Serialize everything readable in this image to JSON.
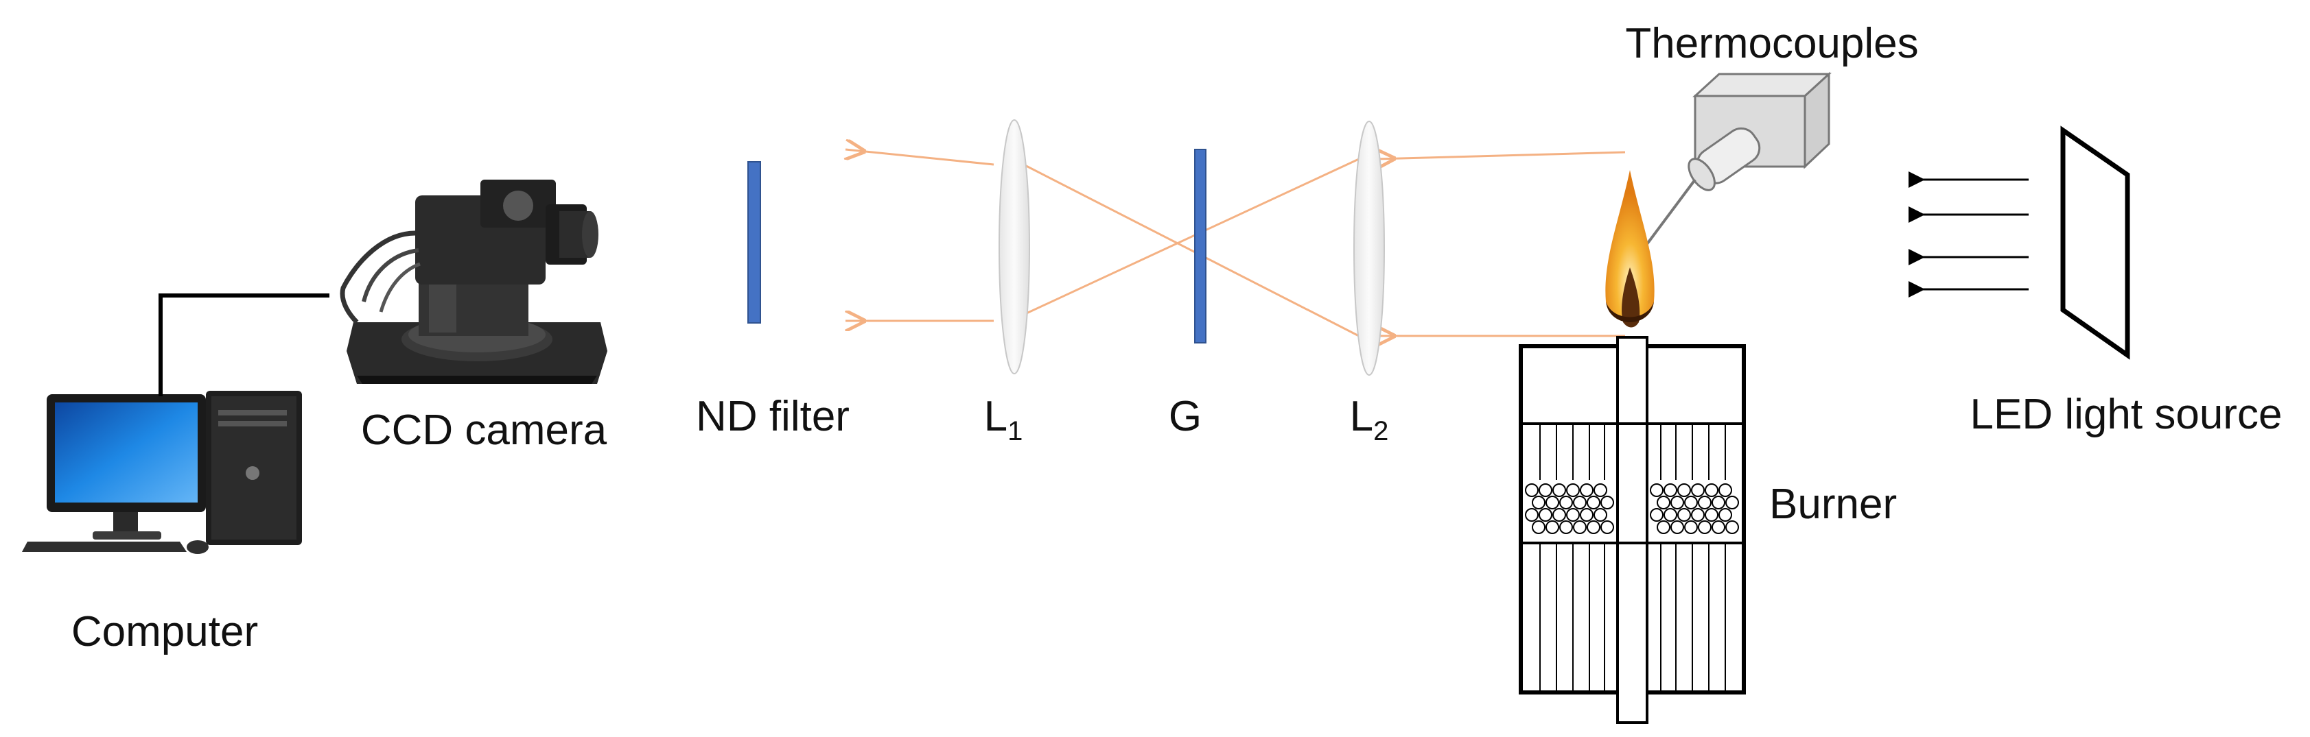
{
  "labels": {
    "computer": "Computer",
    "ccd_camera": "CCD camera",
    "nd_filter": "ND filter",
    "lens1_letter": "L",
    "lens1_index": "1",
    "grating": "G",
    "lens2_letter": "L",
    "lens2_index": "2",
    "thermocouples": "Thermocouples",
    "burner": "Burner",
    "led_light_source": "LED light source"
  },
  "colors": {
    "beam": "#f4b183",
    "optic_plate": "#4472c4",
    "lens_fill": "#f2f2f2",
    "line": "#000000",
    "flame_outer": "#f5a623",
    "flame_inner": "#5a2d0c",
    "monitor_screen": "#1e88e5",
    "camera_body": "#2b2b2b"
  },
  "icons": {
    "computer": "desktop-computer-icon",
    "ccd_camera": "ccd-camera-icon",
    "thermocouple_probe": "thermocouple-box-icon",
    "flame": "flame-icon"
  }
}
